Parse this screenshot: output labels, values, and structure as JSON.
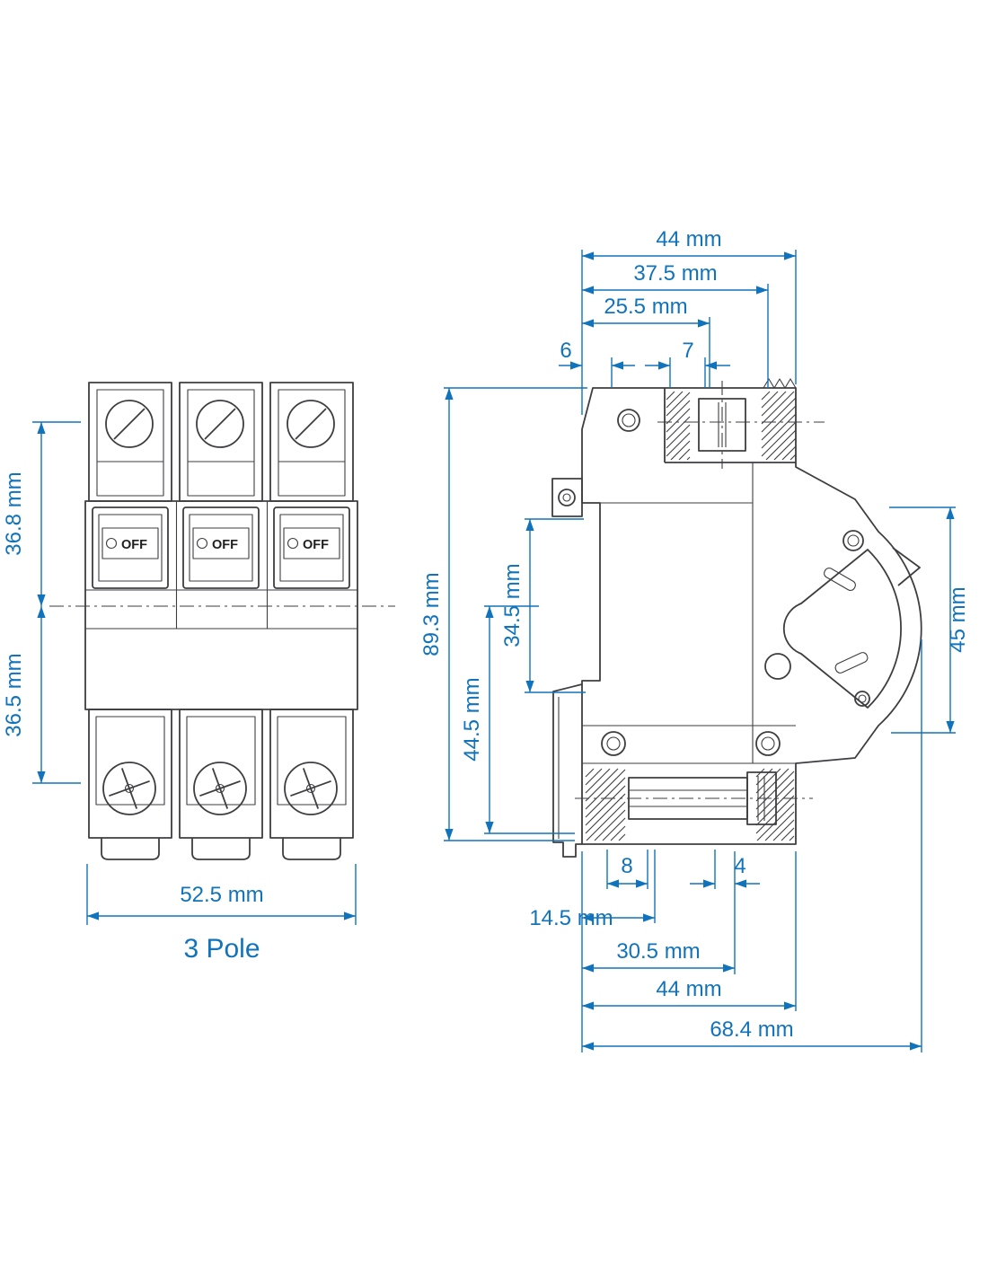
{
  "title": "3 Pole",
  "colors": {
    "dimension": "#1173bb",
    "drawing": "#3e3e42",
    "background": "#ffffff"
  },
  "front_view": {
    "name": "3 Pole front view",
    "off_label": "OFF",
    "dims": {
      "d368": "36.8 mm",
      "d365": "36.5 mm",
      "d525": "52.5 mm"
    }
  },
  "side_view": {
    "name": "Side profile view",
    "dims": {
      "d44_top": "44 mm",
      "d375": "37.5 mm",
      "d255": "25.5 mm",
      "d6": "6",
      "d7": "7",
      "d893": "89.3 mm",
      "d345": "34.5 mm",
      "d445": "44.5 mm",
      "d45": "45 mm",
      "d8": "8",
      "d4": "4",
      "d145": "14.5 mm",
      "d305": "30.5 mm",
      "d44_bottom": "44 mm",
      "d684": "68.4 mm"
    }
  }
}
